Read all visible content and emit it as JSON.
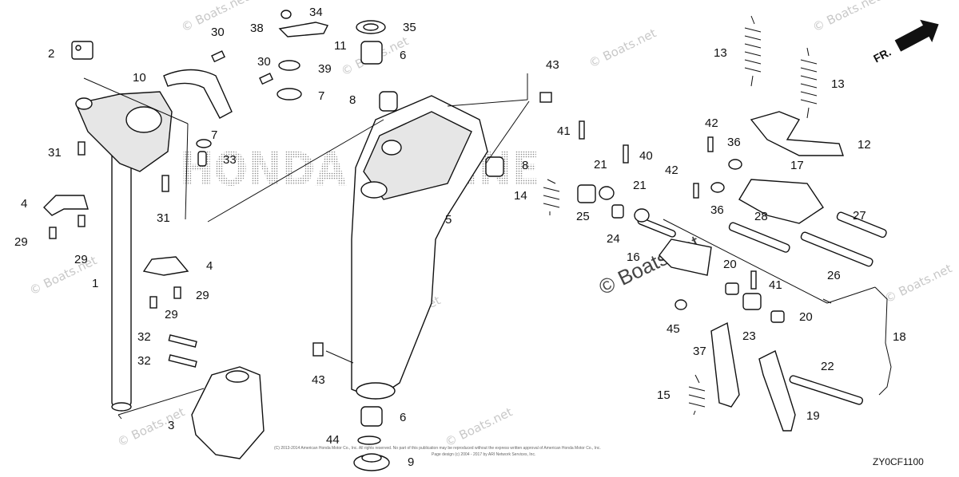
{
  "callouts": [
    "1",
    "2",
    "3",
    "4",
    "4",
    "5",
    "6",
    "6",
    "7",
    "7",
    "8",
    "8",
    "9",
    "10",
    "11",
    "12",
    "13",
    "13",
    "14",
    "15",
    "16",
    "17",
    "18",
    "19",
    "20",
    "20",
    "21",
    "21",
    "22",
    "23",
    "24",
    "25",
    "26",
    "27",
    "28",
    "29",
    "29",
    "29",
    "29",
    "30",
    "30",
    "31",
    "31",
    "32",
    "32",
    "33",
    "34",
    "35",
    "36",
    "36",
    "37",
    "38",
    "39",
    "40",
    "41",
    "41",
    "42",
    "42",
    "43",
    "43",
    "44",
    "45"
  ],
  "watermarks": [
    "© Boats.net",
    "© Boats.net",
    "© Boats.net",
    "© Boats.net",
    "© Boats.net",
    "© Boats.net",
    "© Boats.net",
    "© Boats.net",
    "© Boats.net"
  ],
  "center_watermark": "© Boats.net",
  "logo_text": "HONDA MARINE",
  "direction_label": "FR.",
  "diagram_code": "ZY0CF1100",
  "copyright_lines": [
    "(C) 2013-2014 American Honda Motor Co., Inc. All rights reserved. No part of this publication may be reproduced without the express written approval of American Honda Motor Co., Inc.",
    "Page design (c) 2004 - 2017 by ARI Network Services, Inc."
  ]
}
